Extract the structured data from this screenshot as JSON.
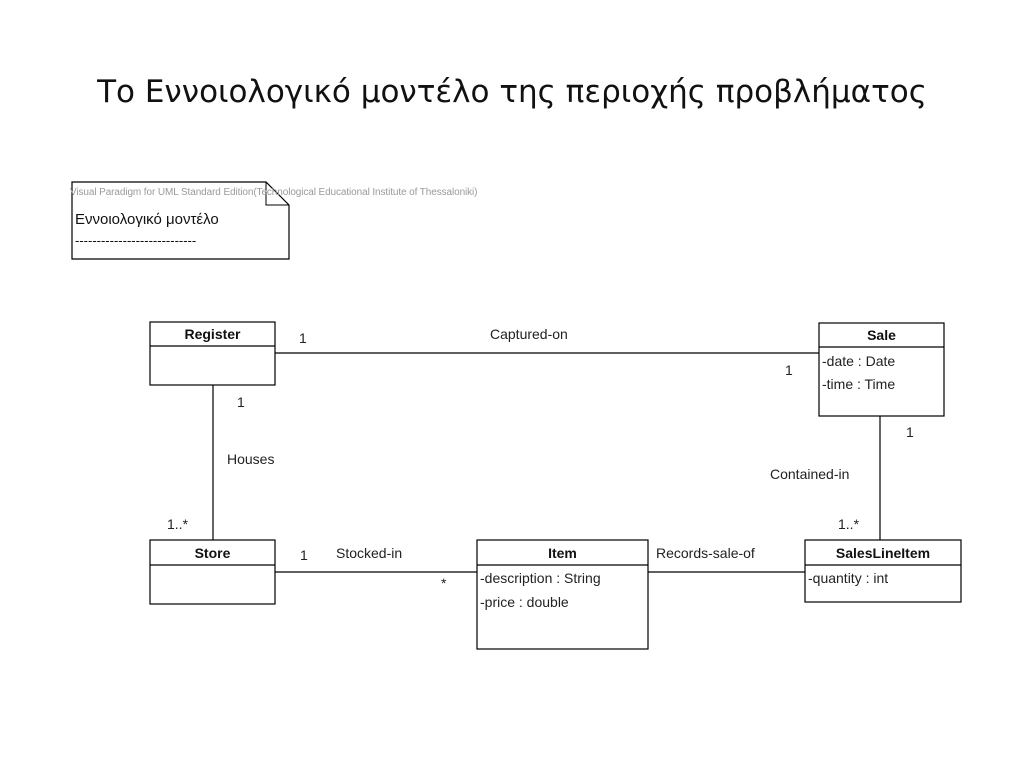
{
  "slide": {
    "title": "Το Εννοιολογικό μοντέλο της περιοχής προβλήματος"
  },
  "note": {
    "watermark": "Visual Paradigm for UML Standard Edition(Technological Educational Institute of Thessaloniki)",
    "title": "Εννοιολογικό μοντέλο",
    "separator": "----------------------------"
  },
  "classes": {
    "register": {
      "name": "Register",
      "attributes": []
    },
    "sale": {
      "name": "Sale",
      "attributes": [
        "-date : Date",
        "-time : Time"
      ]
    },
    "store": {
      "name": "Store",
      "attributes": []
    },
    "item": {
      "name": "Item",
      "attributes": [
        "-description : String",
        "-price : double"
      ]
    },
    "sales_line_item": {
      "name": "SalesLineItem",
      "attributes": [
        "-quantity : int"
      ]
    }
  },
  "associations": {
    "captured_on": {
      "label": "Captured-on",
      "mult_register": "1",
      "mult_sale": "1"
    },
    "houses": {
      "label": "Houses",
      "mult_register": "1",
      "mult_store": "1..*"
    },
    "contained_in": {
      "label": "Contained-in",
      "mult_sale": "1",
      "mult_line": "1..*"
    },
    "stocked_in": {
      "label": "Stocked-in",
      "mult_store": "1",
      "mult_item": "*"
    },
    "records_sale_of": {
      "label": "Records-sale-of"
    }
  },
  "colors": {
    "line": "#000000",
    "watermark": "#9a9a9a"
  }
}
